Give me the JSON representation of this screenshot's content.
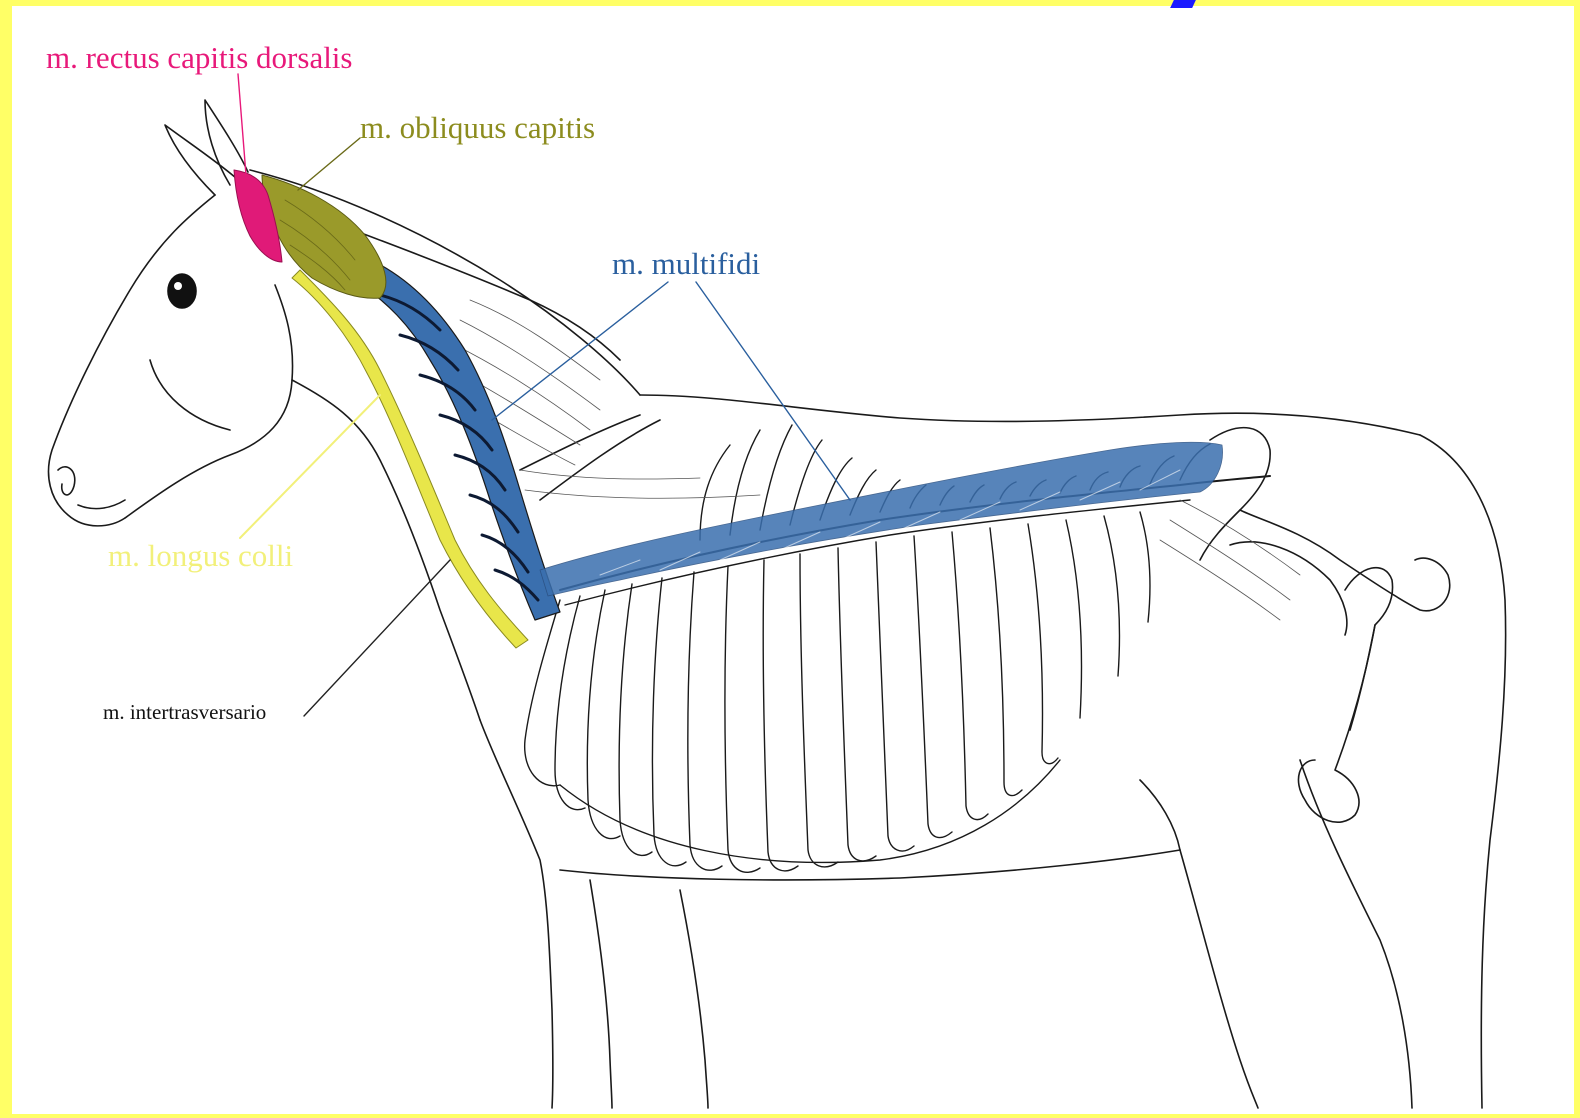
{
  "labels": {
    "rectus": {
      "text": "m. rectus capitis dorsalis",
      "color": "#e8197a"
    },
    "obliquus": {
      "text": "m. obliquus capitis",
      "color": "#8c8c1e"
    },
    "multifidi": {
      "text": "m. multifidi",
      "color": "#2a5f9e"
    },
    "longus": {
      "text": "m. longus colli",
      "color": "#f2f07a"
    },
    "intertrasversario": {
      "text": "m. intertrasversario",
      "color": "#111111"
    }
  },
  "colors": {
    "background": "#ffff66",
    "outline": "#1a1a1a",
    "rectus_fill": "#e01a78",
    "obliquus_fill": "#9a9a2a",
    "multifidi_fill": "#3a6fae",
    "longus_fill": "#e8e64a"
  }
}
